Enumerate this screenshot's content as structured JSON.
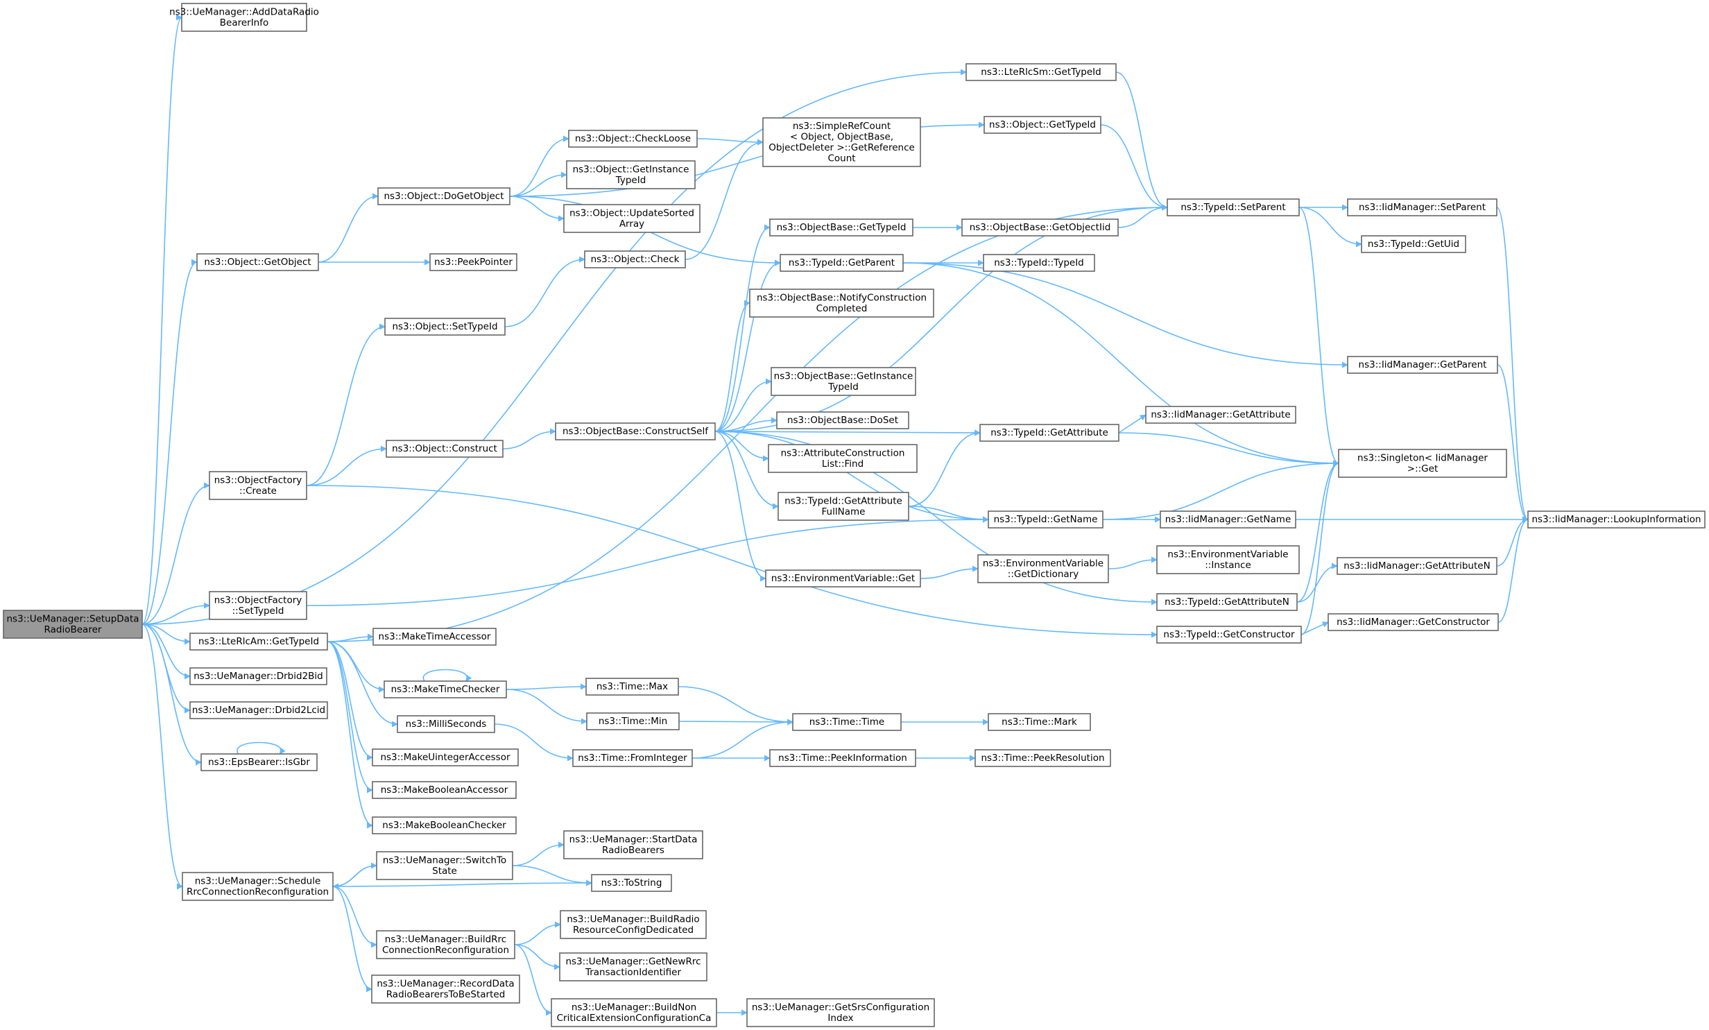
{
  "colors": {
    "edge": "#63b8ff",
    "border": "#666666",
    "border_truncated": "#ff0000",
    "fill_default": "#ffffff",
    "fill_root": "#999999"
  },
  "nodes": [
    {
      "id": "setup",
      "lines": [
        "ns3::UeManager::SetupData",
        "RadioBearer"
      ],
      "style": "root"
    },
    {
      "id": "adddrb",
      "lines": [
        "ns3::UeManager::AddDataRadio",
        "BearerInfo"
      ]
    },
    {
      "id": "rlcsm",
      "lines": [
        "ns3::LteRlcSm::GetTypeId"
      ]
    },
    {
      "id": "objtid",
      "lines": [
        "ns3::Object::GetTypeId"
      ]
    },
    {
      "id": "checkloose",
      "lines": [
        "ns3::Object::CheckLoose"
      ]
    },
    {
      "id": "simpleref",
      "lines": [
        "ns3::SimpleRefCount",
        "< Object, ObjectBase,",
        "ObjectDeleter >::GetReference",
        "Count"
      ]
    },
    {
      "id": "getinst",
      "lines": [
        "ns3::Object::GetInstance",
        "TypeId"
      ]
    },
    {
      "id": "dogetobj",
      "lines": [
        "ns3::Object::DoGetObject"
      ]
    },
    {
      "id": "updsorted",
      "lines": [
        "ns3::Object::UpdateSorted",
        "Array"
      ]
    },
    {
      "id": "setparent",
      "lines": [
        "ns3::TypeId::SetParent"
      ]
    },
    {
      "id": "iidsetparent",
      "lines": [
        "ns3::IidManager::SetParent"
      ]
    },
    {
      "id": "getuid",
      "lines": [
        "ns3::TypeId::GetUid"
      ]
    },
    {
      "id": "obgettid",
      "lines": [
        "ns3::ObjectBase::GetTypeId"
      ]
    },
    {
      "id": "getobjiid",
      "lines": [
        "ns3::ObjectBase::GetObjectIid"
      ],
      "style": "truncated"
    },
    {
      "id": "objcheck",
      "lines": [
        "ns3::Object::Check"
      ]
    },
    {
      "id": "getparent",
      "lines": [
        "ns3::TypeId::GetParent"
      ]
    },
    {
      "id": "typeidctor",
      "lines": [
        "ns3::TypeId::TypeId"
      ]
    },
    {
      "id": "getobject",
      "lines": [
        "ns3::Object::GetObject"
      ]
    },
    {
      "id": "peekptr",
      "lines": [
        "ns3::PeekPointer"
      ]
    },
    {
      "id": "notifyctor",
      "lines": [
        "ns3::ObjectBase::NotifyConstruction",
        "Completed"
      ]
    },
    {
      "id": "settypeid",
      "lines": [
        "ns3::Object::SetTypeId"
      ]
    },
    {
      "id": "iidgetparent",
      "lines": [
        "ns3::IidManager::GetParent"
      ]
    },
    {
      "id": "obinst",
      "lines": [
        "ns3::ObjectBase::GetInstance",
        "TypeId"
      ]
    },
    {
      "id": "iidgetattr",
      "lines": [
        "ns3::IidManager::GetAttribute"
      ]
    },
    {
      "id": "doset",
      "lines": [
        "ns3::ObjectBase::DoSet"
      ]
    },
    {
      "id": "construct",
      "lines": [
        "ns3::Object::Construct"
      ]
    },
    {
      "id": "ctorself",
      "lines": [
        "ns3::ObjectBase::ConstructSelf"
      ]
    },
    {
      "id": "getattr",
      "lines": [
        "ns3::TypeId::GetAttribute"
      ]
    },
    {
      "id": "attrfind",
      "lines": [
        "ns3::AttributeConstruction",
        "List::Find"
      ]
    },
    {
      "id": "singleton",
      "lines": [
        "ns3::Singleton< IidManager",
        ">::Get"
      ]
    },
    {
      "id": "ofcreate",
      "lines": [
        "ns3::ObjectFactory",
        "::Create"
      ]
    },
    {
      "id": "getattrfull",
      "lines": [
        "ns3::TypeId::GetAttribute",
        "FullName"
      ]
    },
    {
      "id": "getname",
      "lines": [
        "ns3::TypeId::GetName"
      ]
    },
    {
      "id": "iidgetname",
      "lines": [
        "ns3::IidManager::GetName"
      ]
    },
    {
      "id": "lookup",
      "lines": [
        "ns3::IidManager::LookupInformation"
      ]
    },
    {
      "id": "envget",
      "lines": [
        "ns3::EnvironmentVariable::Get"
      ]
    },
    {
      "id": "envdict",
      "lines": [
        "ns3::EnvironmentVariable",
        "::GetDictionary"
      ]
    },
    {
      "id": "envinst",
      "lines": [
        "ns3::EnvironmentVariable",
        "::Instance"
      ]
    },
    {
      "id": "iidgetattrn",
      "lines": [
        "ns3::IidManager::GetAttributeN"
      ]
    },
    {
      "id": "ofsettid",
      "lines": [
        "ns3::ObjectFactory",
        "::SetTypeId"
      ]
    },
    {
      "id": "getattrn",
      "lines": [
        "ns3::TypeId::GetAttributeN"
      ]
    },
    {
      "id": "getctor",
      "lines": [
        "ns3::TypeId::GetConstructor"
      ]
    },
    {
      "id": "iidgetctor",
      "lines": [
        "ns3::IidManager::GetConstructor"
      ]
    },
    {
      "id": "rlcam",
      "lines": [
        "ns3::LteRlcAm::GetTypeId"
      ]
    },
    {
      "id": "maketimeacc",
      "lines": [
        "ns3::MakeTimeAccessor"
      ]
    },
    {
      "id": "drbid2bid",
      "lines": [
        "ns3::UeManager::Drbid2Bid"
      ]
    },
    {
      "id": "maketimechk",
      "lines": [
        "ns3::MakeTimeChecker"
      ]
    },
    {
      "id": "timemax",
      "lines": [
        "ns3::Time::Max"
      ]
    },
    {
      "id": "drbid2lcid",
      "lines": [
        "ns3::UeManager::Drbid2Lcid"
      ]
    },
    {
      "id": "timemin",
      "lines": [
        "ns3::Time::Min"
      ]
    },
    {
      "id": "timetime",
      "lines": [
        "ns3::Time::Time"
      ]
    },
    {
      "id": "timemark",
      "lines": [
        "ns3::Time::Mark"
      ]
    },
    {
      "id": "millis",
      "lines": [
        "ns3::MilliSeconds"
      ]
    },
    {
      "id": "isgbr",
      "lines": [
        "ns3::EpsBearer::IsGbr"
      ]
    },
    {
      "id": "fromint",
      "lines": [
        "ns3::Time::FromInteger"
      ]
    },
    {
      "id": "peekinfo",
      "lines": [
        "ns3::Time::PeekInformation"
      ]
    },
    {
      "id": "peekres",
      "lines": [
        "ns3::Time::PeekResolution"
      ],
      "style": "truncated"
    },
    {
      "id": "makeuint",
      "lines": [
        "ns3::MakeUintegerAccessor"
      ]
    },
    {
      "id": "makebool",
      "lines": [
        "ns3::MakeBooleanAccessor"
      ]
    },
    {
      "id": "makeboolchk",
      "lines": [
        "ns3::MakeBooleanChecker"
      ]
    },
    {
      "id": "startdrb",
      "lines": [
        "ns3::UeManager::StartData",
        "RadioBearers"
      ]
    },
    {
      "id": "switchto",
      "lines": [
        "ns3::UeManager::SwitchTo",
        "State"
      ]
    },
    {
      "id": "schedule",
      "lines": [
        "ns3::UeManager::Schedule",
        "RrcConnectionReconfiguration"
      ]
    },
    {
      "id": "tostring",
      "lines": [
        "ns3::ToString"
      ]
    },
    {
      "id": "buildrrm",
      "lines": [
        "ns3::UeManager::BuildRadio",
        "ResourceConfigDedicated"
      ]
    },
    {
      "id": "buildrrc",
      "lines": [
        "ns3::UeManager::BuildRrc",
        "ConnectionReconfiguration"
      ]
    },
    {
      "id": "newrrc",
      "lines": [
        "ns3::UeManager::GetNewRrc",
        "TransactionIdentifier"
      ]
    },
    {
      "id": "recorddrb",
      "lines": [
        "ns3::UeManager::RecordData",
        "RadioBearersToBeStarted"
      ]
    },
    {
      "id": "buildnon",
      "lines": [
        "ns3::UeManager::BuildNon",
        "CriticalExtensionConfigurationCa"
      ]
    },
    {
      "id": "srsidx",
      "lines": [
        "ns3::UeManager::GetSrsConfiguration",
        "Index"
      ]
    }
  ],
  "edges": [
    [
      "setup",
      "adddrb"
    ],
    [
      "setup",
      "rlcsm"
    ],
    [
      "setup",
      "getobject"
    ],
    [
      "setup",
      "ofcreate"
    ],
    [
      "setup",
      "ofsettid"
    ],
    [
      "setup",
      "rlcam"
    ],
    [
      "setup",
      "drbid2bid"
    ],
    [
      "setup",
      "drbid2lcid"
    ],
    [
      "setup",
      "isgbr"
    ],
    [
      "setup",
      "schedule"
    ],
    [
      "rlcsm",
      "setparent"
    ],
    [
      "objtid",
      "setparent"
    ],
    [
      "checkloose",
      "simpleref"
    ],
    [
      "objcheck",
      "simpleref"
    ],
    [
      "dogetobj",
      "objtid"
    ],
    [
      "dogetobj",
      "checkloose"
    ],
    [
      "dogetobj",
      "getinst"
    ],
    [
      "dogetobj",
      "updsorted"
    ],
    [
      "dogetobj",
      "getparent"
    ],
    [
      "setparent",
      "iidsetparent"
    ],
    [
      "setparent",
      "getuid"
    ],
    [
      "setparent",
      "singleton"
    ],
    [
      "iidsetparent",
      "lookup"
    ],
    [
      "obgettid",
      "getobjiid"
    ],
    [
      "getobjiid",
      "setparent"
    ],
    [
      "getparent",
      "typeidctor"
    ],
    [
      "getparent",
      "iidgetparent"
    ],
    [
      "getparent",
      "singleton"
    ],
    [
      "getobject",
      "dogetobj"
    ],
    [
      "getobject",
      "peekptr"
    ],
    [
      "settypeid",
      "objcheck"
    ],
    [
      "iidgetparent",
      "lookup"
    ],
    [
      "construct",
      "ctorself"
    ],
    [
      "ctorself",
      "obgettid"
    ],
    [
      "ctorself",
      "getparent"
    ],
    [
      "ctorself",
      "notifyctor"
    ],
    [
      "ctorself",
      "obinst"
    ],
    [
      "ctorself",
      "doset"
    ],
    [
      "ctorself",
      "attrfind"
    ],
    [
      "ctorself",
      "getattrfull"
    ],
    [
      "ctorself",
      "getattr"
    ],
    [
      "ctorself",
      "getname"
    ],
    [
      "ctorself",
      "envget"
    ],
    [
      "ctorself",
      "getattrn"
    ],
    [
      "ctorself",
      "setparent"
    ],
    [
      "getattr",
      "iidgetattr"
    ],
    [
      "getattr",
      "singleton"
    ],
    [
      "getattrfull",
      "getattr"
    ],
    [
      "getattrfull",
      "getname"
    ],
    [
      "ofcreate",
      "settypeid"
    ],
    [
      "ofcreate",
      "construct"
    ],
    [
      "ofcreate",
      "getctor"
    ],
    [
      "getname",
      "iidgetname"
    ],
    [
      "getname",
      "singleton"
    ],
    [
      "iidgetname",
      "lookup"
    ],
    [
      "envget",
      "envdict"
    ],
    [
      "envdict",
      "envinst"
    ],
    [
      "iidgetattrn",
      "lookup"
    ],
    [
      "ofsettid",
      "getname"
    ],
    [
      "getattrn",
      "iidgetattrn"
    ],
    [
      "getattrn",
      "singleton"
    ],
    [
      "getctor",
      "iidgetctor"
    ],
    [
      "getctor",
      "singleton"
    ],
    [
      "iidgetctor",
      "lookup"
    ],
    [
      "rlcam",
      "maketimeacc"
    ],
    [
      "rlcam",
      "maketimechk"
    ],
    [
      "rlcam",
      "millis"
    ],
    [
      "rlcam",
      "makeuint"
    ],
    [
      "rlcam",
      "makebool"
    ],
    [
      "rlcam",
      "makeboolchk"
    ],
    [
      "rlcam",
      "setparent"
    ],
    [
      "maketimechk",
      "maketimechk"
    ],
    [
      "maketimechk",
      "timemax"
    ],
    [
      "maketimechk",
      "timemin"
    ],
    [
      "timemax",
      "timetime"
    ],
    [
      "timemin",
      "timetime"
    ],
    [
      "timetime",
      "timemark"
    ],
    [
      "millis",
      "fromint"
    ],
    [
      "fromint",
      "timetime"
    ],
    [
      "fromint",
      "peekinfo"
    ],
    [
      "peekinfo",
      "peekres"
    ],
    [
      "isgbr",
      "isgbr"
    ],
    [
      "schedule",
      "switchto"
    ],
    [
      "schedule",
      "tostring"
    ],
    [
      "schedule",
      "buildrrc"
    ],
    [
      "schedule",
      "recorddrb"
    ],
    [
      "switchto",
      "startdrb"
    ],
    [
      "switchto",
      "tostring"
    ],
    [
      "switchto",
      "schedule"
    ],
    [
      "buildrrc",
      "buildrrm"
    ],
    [
      "buildrrc",
      "newrrc"
    ],
    [
      "buildrrc",
      "buildnon"
    ],
    [
      "buildnon",
      "srsidx"
    ]
  ]
}
